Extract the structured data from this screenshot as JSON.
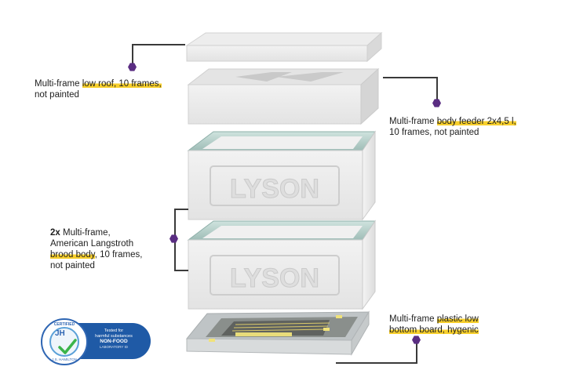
{
  "labels": {
    "roof": {
      "pre": "Multi-frame ",
      "highlight": "low roof, 10 frames,",
      "post": "not painted"
    },
    "feeder": {
      "pre": "Multi-frame ",
      "highlight": "body feeder 2x4,5 l,",
      "post": "10 frames, not painted"
    },
    "brood": {
      "bold": "2x",
      "line1": " Multi-frame,",
      "line2": "American Langstroth",
      "highlight": "brood body",
      "line3": ", 10 frames,",
      "line4": "not painted"
    },
    "bottom": {
      "pre": "Multi-frame ",
      "highlight1": "plastic low",
      "highlight2": "bottom board, hygenic"
    }
  },
  "badge": {
    "text1": "Tested for",
    "text2": "harmful substances",
    "text3": "NON-FOOD",
    "text4": "LABORATORY ID",
    "seal_text": "CERTIFIED",
    "seal_bottom": "J.S. HAMILTON"
  },
  "colors": {
    "highlight": "#f7cf2c",
    "marker": "#5a2d82",
    "badge": "#1f5aa6"
  }
}
